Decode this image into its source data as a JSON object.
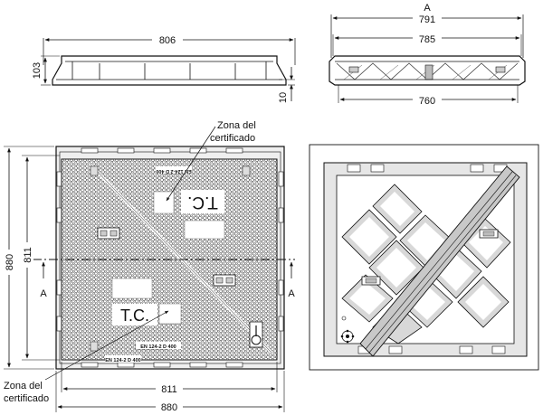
{
  "top_view": {
    "width_label": "806",
    "height_label": "103",
    "flange_label": "10"
  },
  "side_view": {
    "section_marker": "A",
    "outer_label": "791",
    "inner_label": "785",
    "base_label": "760"
  },
  "plan_view": {
    "overall_height": "880",
    "inner_height": "811",
    "inner_width": "811",
    "overall_width": "880",
    "section_left": "A",
    "section_right": "A",
    "tc_top": "T.C.",
    "tc_bottom": "T.C.",
    "cert_top_line1": "Zona del",
    "cert_top_line2": "certificado",
    "cert_bottom_line1": "Zona del",
    "cert_bottom_line2": "certificado",
    "standard_text": "EN 124-2  D 400"
  },
  "colors": {
    "line": "#111111",
    "grid": "#555555",
    "panel_fill": "#d8d8d8",
    "border_fill": "#e6e6e6"
  }
}
